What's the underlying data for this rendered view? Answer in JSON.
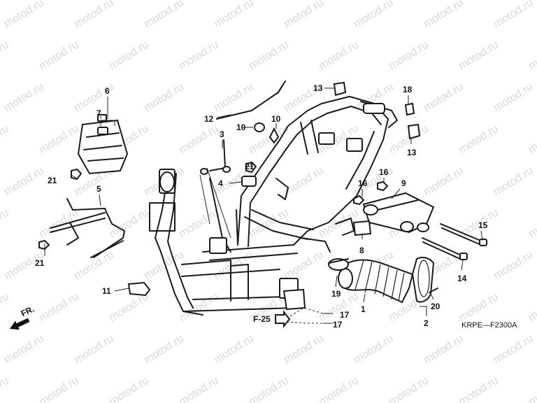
{
  "watermark": "motod.ru",
  "diagram_code": "KRPE—F2300A",
  "front_label": "FR.",
  "reference_label": "F-25",
  "callouts": [
    "1",
    "2",
    "3",
    "4",
    "5",
    "6",
    "7",
    "8",
    "9",
    "10",
    "10",
    "11",
    "12",
    "13",
    "13",
    "14",
    "15",
    "16",
    "16",
    "17",
    "17",
    "18",
    "19",
    "20",
    "21",
    "21",
    "21"
  ]
}
